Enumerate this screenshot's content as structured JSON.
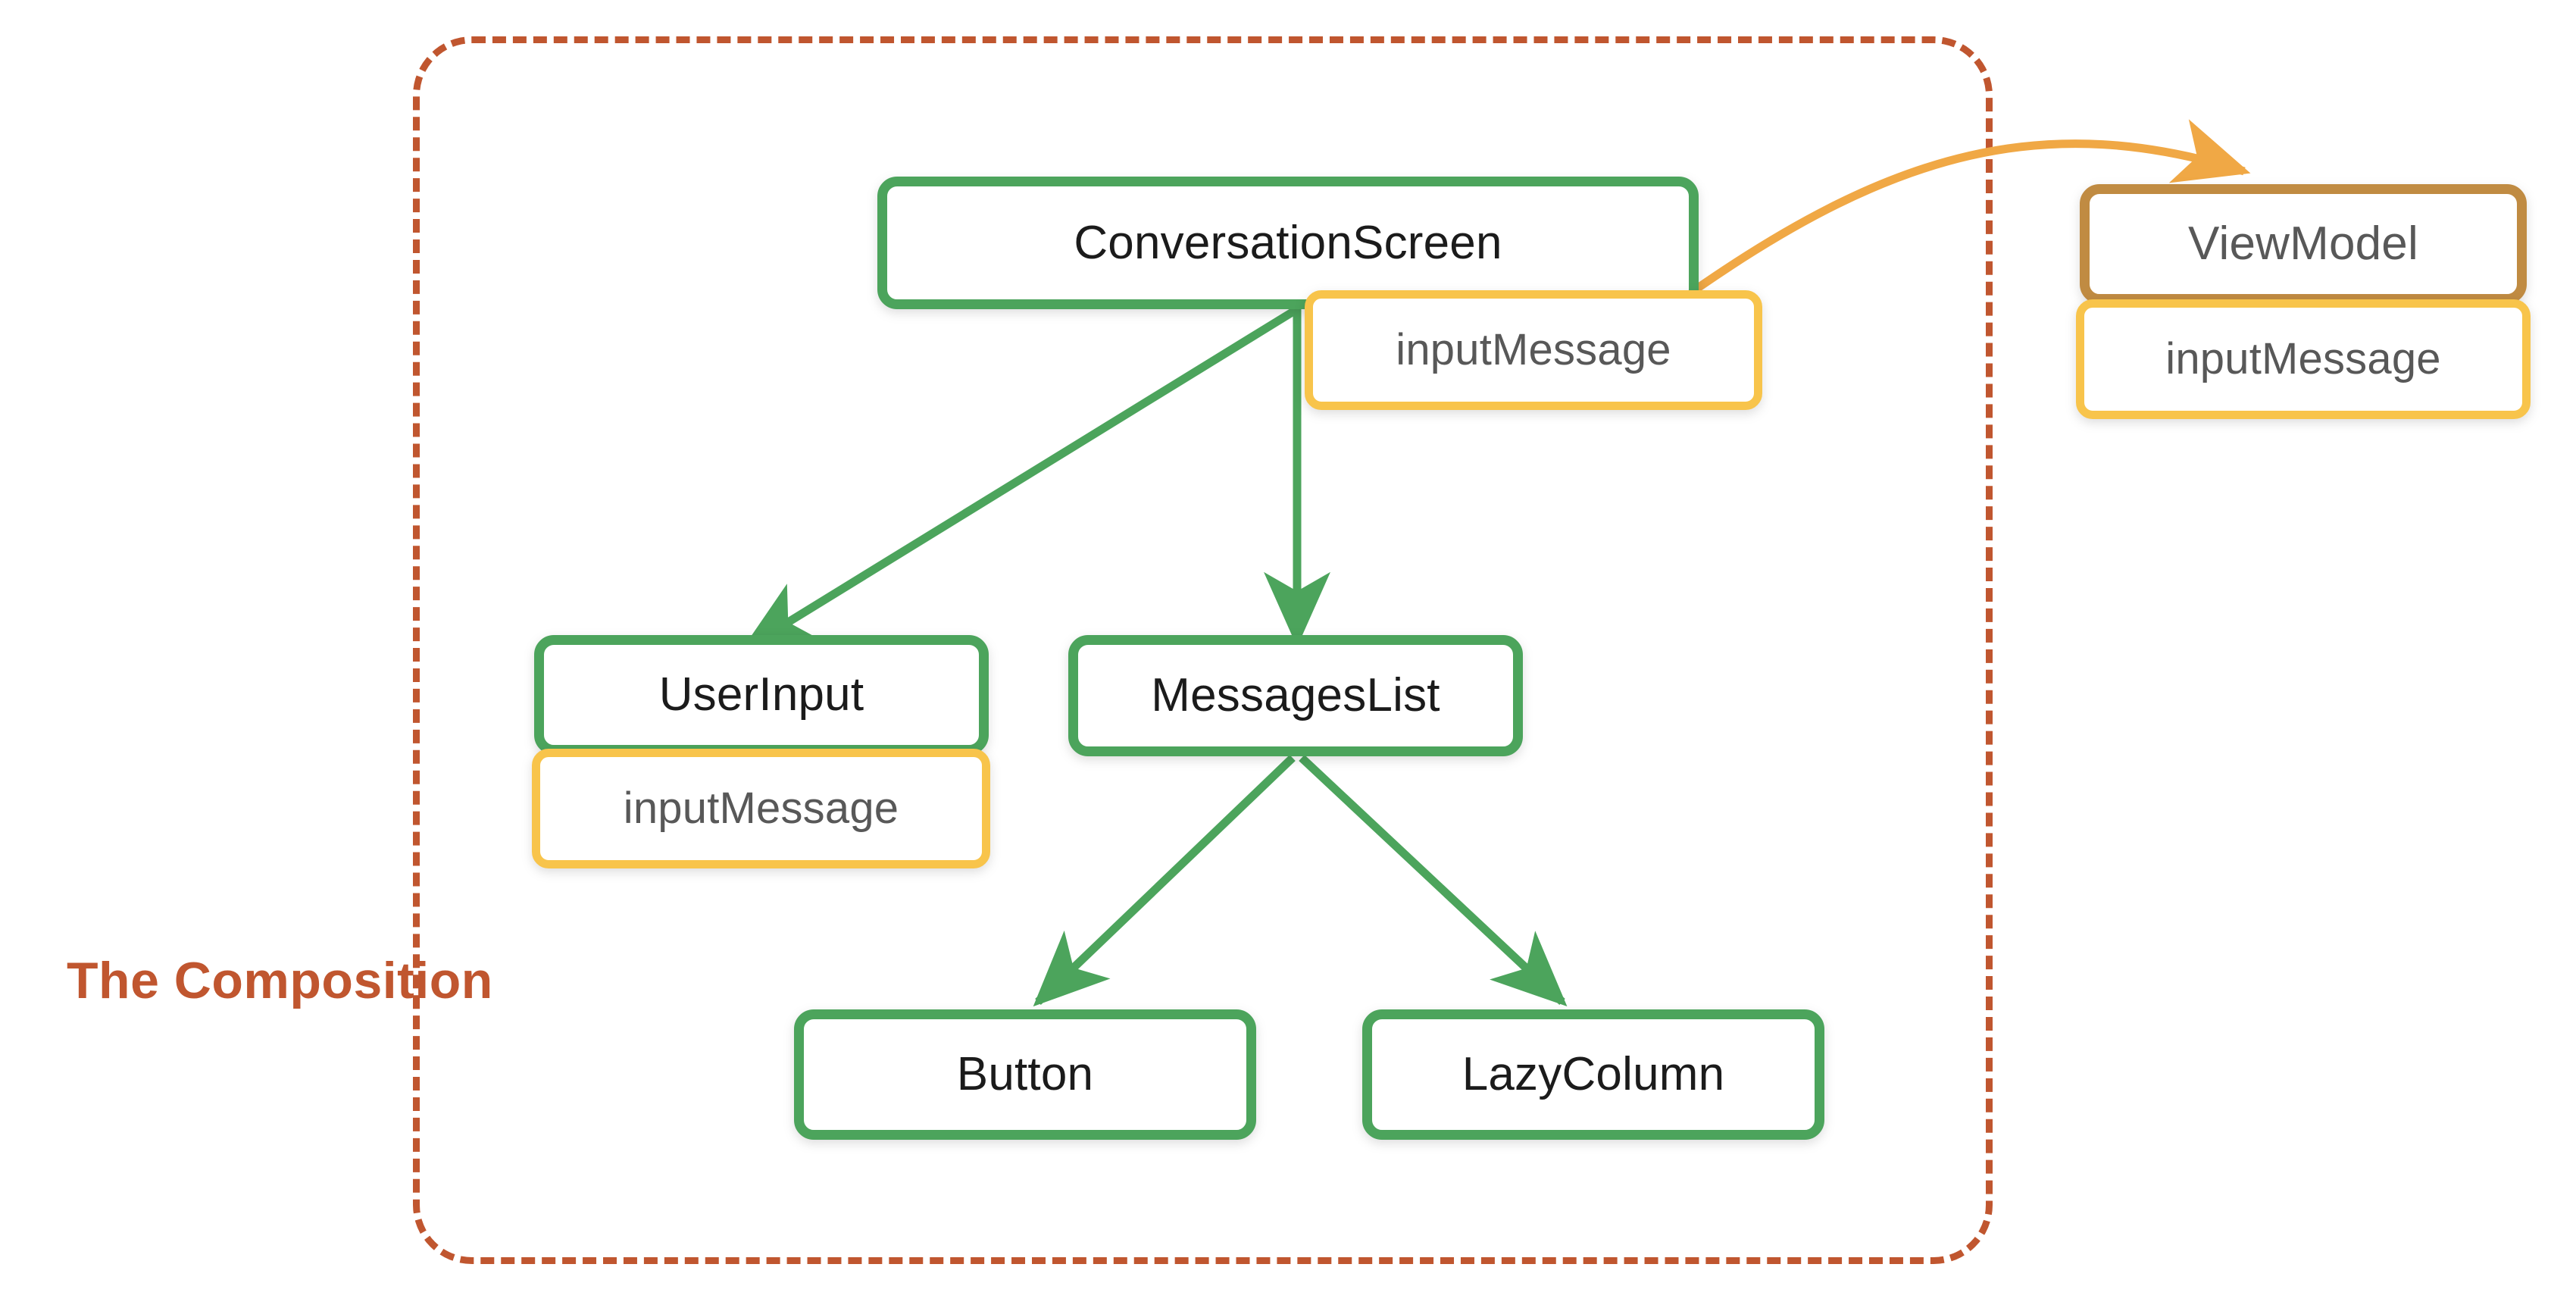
{
  "diagram": {
    "title_caption": "The Composition",
    "colors": {
      "composable_border": "#4CA45C",
      "viewmodel_border": "#C08B42",
      "state_border": "#F8C44B",
      "boundary": "#C0562F",
      "state_edge": "#F0A845",
      "composable_text": "#1b1b1b",
      "muted_text": "#585858",
      "background": "#ffffff"
    },
    "nodes": {
      "conversation_screen": {
        "label": "ConversationScreen",
        "kind": "composable"
      },
      "conversation_screen_state": {
        "label": "inputMessage",
        "kind": "state"
      },
      "user_input": {
        "label": "UserInput",
        "kind": "composable"
      },
      "user_input_state": {
        "label": "inputMessage",
        "kind": "state"
      },
      "messages_list": {
        "label": "MessagesList",
        "kind": "composable"
      },
      "button": {
        "label": "Button",
        "kind": "composable"
      },
      "lazy_column": {
        "label": "LazyColumn",
        "kind": "composable"
      },
      "view_model": {
        "label": "ViewModel",
        "kind": "viewmodel"
      },
      "view_model_state": {
        "label": "inputMessage",
        "kind": "state"
      }
    },
    "edges": [
      {
        "from": "conversation_screen",
        "to": "user_input",
        "color": "#4CA45C",
        "style": "solid"
      },
      {
        "from": "conversation_screen",
        "to": "messages_list",
        "color": "#4CA45C",
        "style": "solid"
      },
      {
        "from": "messages_list",
        "to": "button",
        "color": "#4CA45C",
        "style": "solid"
      },
      {
        "from": "messages_list",
        "to": "lazy_column",
        "color": "#4CA45C",
        "style": "solid"
      },
      {
        "from": "conversation_screen",
        "to": "view_model",
        "color": "#F0A845",
        "style": "curved"
      }
    ]
  }
}
